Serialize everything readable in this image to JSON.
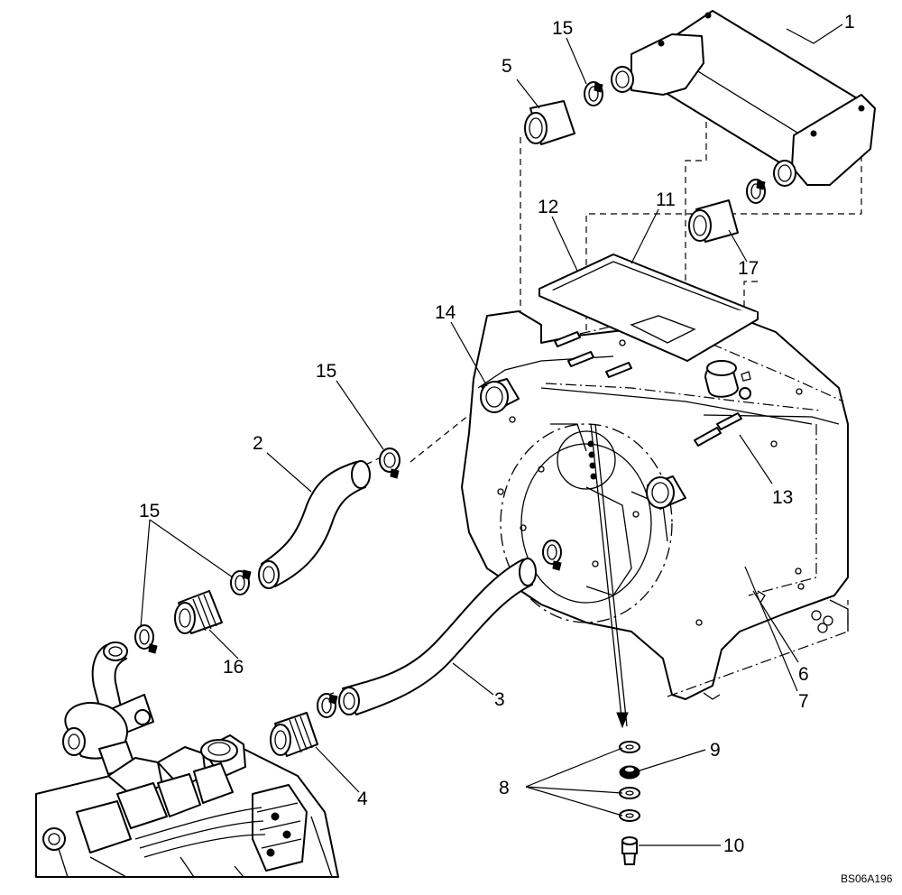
{
  "figure_ref": "BS06A196",
  "callouts": {
    "c1": "1",
    "c2": "2",
    "c3": "3",
    "c4": "4",
    "c5": "5",
    "c6": "6",
    "c7": "7",
    "c8": "8",
    "c9": "9",
    "c10": "10",
    "c11": "11",
    "c12": "12",
    "c13": "13",
    "c14": "14",
    "c15a": "15",
    "c15b": "15",
    "c15c": "15",
    "c16": "16",
    "c17": "17"
  }
}
